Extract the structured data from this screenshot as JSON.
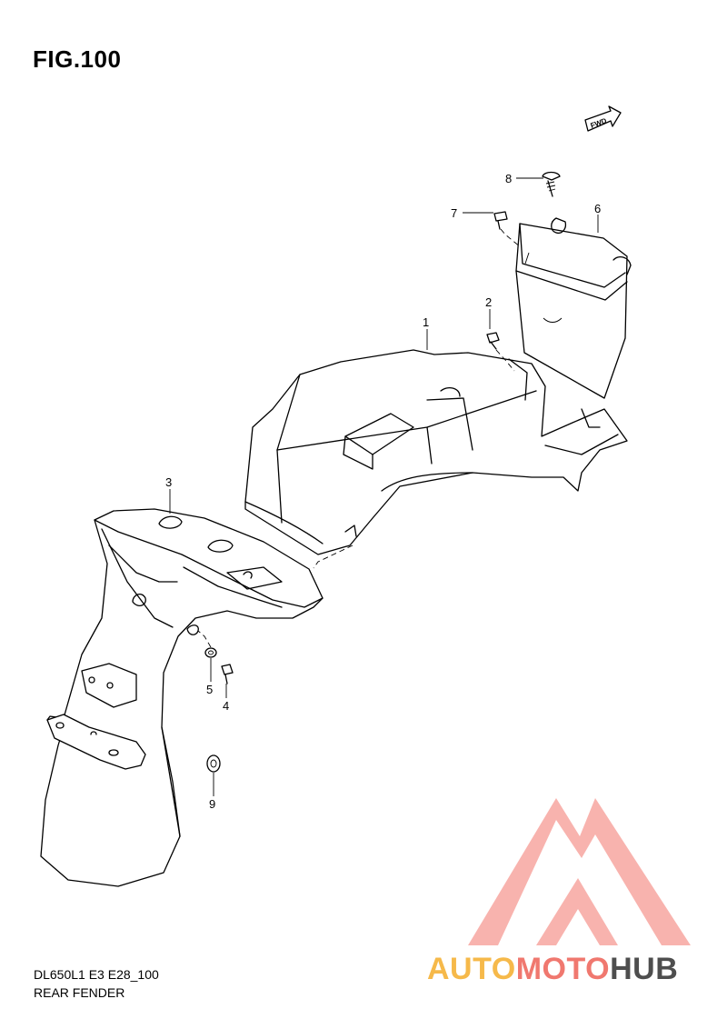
{
  "figure": {
    "title": "FIG.100"
  },
  "fwd_arrow": {
    "label": "FWD"
  },
  "callouts": [
    {
      "id": "1",
      "label": "1"
    },
    {
      "id": "2",
      "label": "2"
    },
    {
      "id": "3",
      "label": "3"
    },
    {
      "id": "4",
      "label": "4"
    },
    {
      "id": "5",
      "label": "5"
    },
    {
      "id": "6",
      "label": "6"
    },
    {
      "id": "7",
      "label": "7"
    },
    {
      "id": "8",
      "label": "8"
    },
    {
      "id": "9",
      "label": "9"
    }
  ],
  "footer": {
    "code": "DL650L1 E3 E28_100",
    "name": "REAR FENDER"
  },
  "watermark": {
    "part1": "AUTO",
    "part2": "MOTO",
    "part3": "HUB",
    "colors": {
      "auto": "#f6b94a",
      "moto": "#f0786f",
      "hub": "#4e4e4e",
      "logo": "#f7a6a0"
    }
  }
}
